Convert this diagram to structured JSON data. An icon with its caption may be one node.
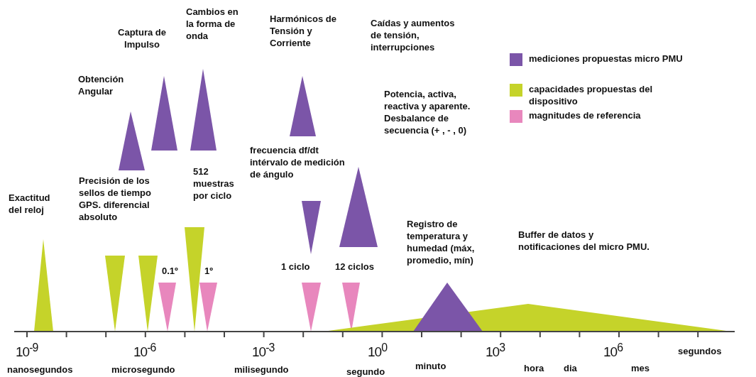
{
  "diagram": {
    "labels": [
      "Cambios en la forma de onda",
      "Captura de Impulso",
      "Harmónicos de Tensión y Corriente",
      "Caídas y aumentos de tensión, interrupciones",
      "Obtención Angular",
      "Potencia, activa, reactiva y aparente. Desbalance de secuencia (+ ,  - , 0)",
      "frecuencia df/dt intérvalo de medición de ángulo",
      "512 muestras por ciclo",
      "Exactitud del reloj",
      "Precisión de los sellos de tiempo GPS. diferencial absoluto",
      "Registro de temperatura y humedad (máx, promedio, mín)",
      "Buffer de datos y notificaciones del micro PMU.",
      "0.1º",
      "1º",
      "1 ciclo",
      "12 ciclos",
      "10$^{-9}$",
      "10$^{-6}$",
      "10$^{-3}$",
      "10$^{0}$",
      "10$^{3}$",
      "10$^{6}$",
      "segundos",
      "nanosegundos",
      "microsegundo",
      "milisegundo",
      "segundo",
      "minuto",
      "hora",
      "dia",
      "mes"
    ],
    "legend": [
      {
        "text": "mediciones propuestas micro PMU",
        "color": "#7b55a8"
      },
      {
        "text": "capacidades propuestas del dispositivo",
        "color": "#c5d32a"
      },
      {
        "text": "magnitudes de referencia",
        "color": "#e887bd"
      }
    ]
  }
}
